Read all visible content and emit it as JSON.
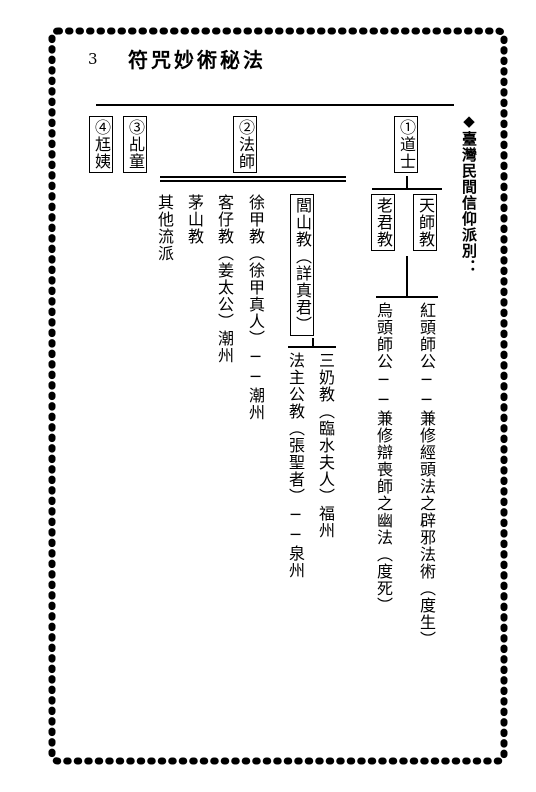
{
  "page_number": "3",
  "page_title": "符咒妙術秘法",
  "side_title": "◆臺灣民間信仰派別：",
  "branches": [
    {
      "label": "①道士"
    },
    {
      "label": "②法師"
    },
    {
      "label": "③乩童"
    },
    {
      "label": "④尪姨"
    }
  ],
  "daoshi": {
    "sub1": "天師教",
    "sub2": "老君教",
    "line1": "紅頭師公──兼修經頭法之辟邪法術（度生）",
    "line2": "烏頭師公──兼修辯喪師之幽法（度死）"
  },
  "fashi": {
    "lushan": "閭山教（詳真君）",
    "sannai": "三奶教（臨水夫人）福州",
    "fazhu": "法主公教（張聖者）──泉州",
    "xujia": "徐甲教（徐甲真人）──潮州",
    "kezai": "客仔教（姜太公）潮州",
    "maoshan": "茅山教",
    "others": "其他流派"
  }
}
